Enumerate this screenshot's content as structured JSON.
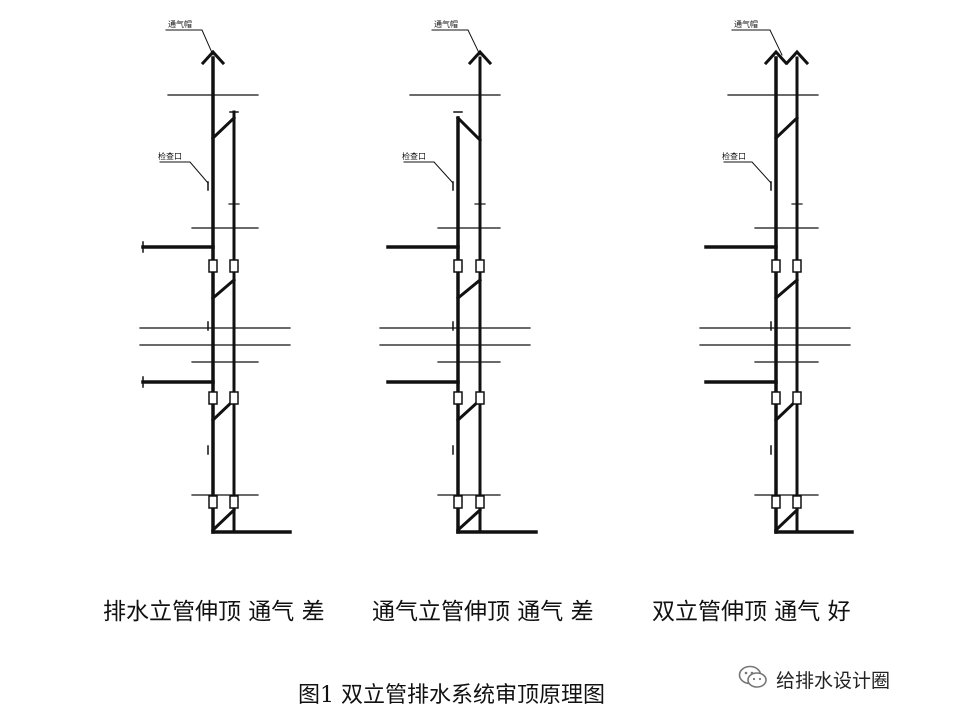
{
  "diagrams": [
    {
      "id": "a",
      "vent_cap_label": "通气帽",
      "cleanout_label": "检查口",
      "caption": "排水立管伸顶 通气 差"
    },
    {
      "id": "b",
      "vent_cap_label": "通气帽",
      "cleanout_label": "检查口",
      "caption": "通气立管伸顶 通气 差"
    },
    {
      "id": "c",
      "vent_cap_label": "通气帽",
      "cleanout_label": "检查口",
      "caption": "双立管伸顶 通气 好"
    }
  ],
  "figure_title": "图1  双立管排水系统审顶原理图",
  "watermark": {
    "icon": "wechat-icon",
    "text": "给排水设计圈"
  }
}
